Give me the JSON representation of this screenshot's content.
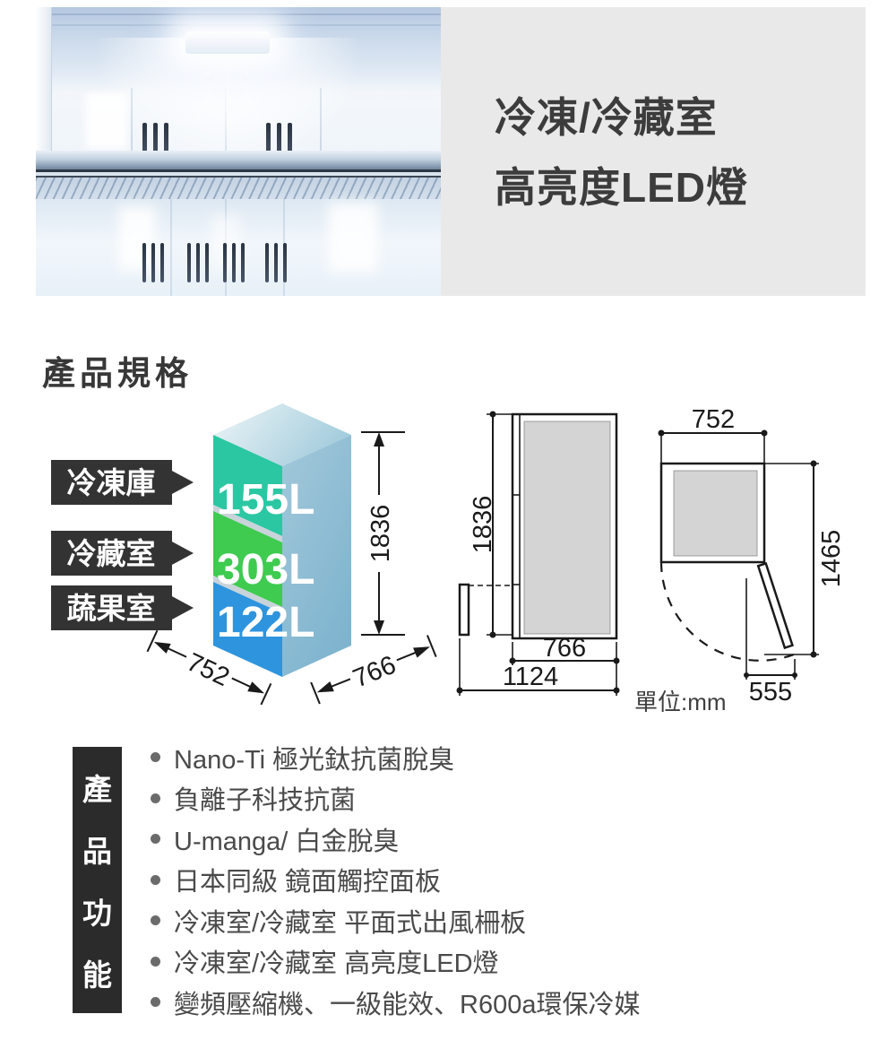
{
  "banner": {
    "caption_line1": "冷凍/冷藏室",
    "caption_line2": "高亮度LED燈"
  },
  "spec": {
    "title": "產品規格",
    "unit_label": "單位:mm",
    "compartments": [
      {
        "label": "冷凍庫",
        "capacity": "155L",
        "color": "#2bc7a2"
      },
      {
        "label": "冷藏室",
        "capacity": "303L",
        "color": "#3ecb50"
      },
      {
        "label": "蔬果室",
        "capacity": "122L",
        "color": "#2e94de"
      }
    ],
    "dimensions_mm": {
      "height": "1836",
      "width": "752",
      "depth": "766",
      "depth_door_open": "1124",
      "swing_depth": "1465",
      "door_clearance": "555"
    }
  },
  "features": {
    "title": "產品功能",
    "title_chars": [
      "產",
      "品",
      "功",
      "能"
    ],
    "items": [
      "Nano-Ti 極光鈦抗菌脫臭",
      "負離子科技抗菌",
      "U-manga/ 白金脫臭",
      "日本同級 鏡面觸控面板",
      "冷凍室/冷藏室 平面式出風柵板",
      "冷凍室/冷藏室 高亮度LED燈",
      "變頻壓縮機、一級能效、R600a環保冷媒"
    ]
  },
  "colors": {
    "banner_bg": "#e9e9e9",
    "caption_text": "#3c3c3c",
    "tag_bg": "#333333",
    "feature_label_bg": "#2b2b2b",
    "iso_side_face": "#8fbdd4",
    "iso_top_face": "#cfe3ea",
    "drawing_gray_fill": "#d4d4d4",
    "bullet_gray": "#6b6b6b"
  }
}
